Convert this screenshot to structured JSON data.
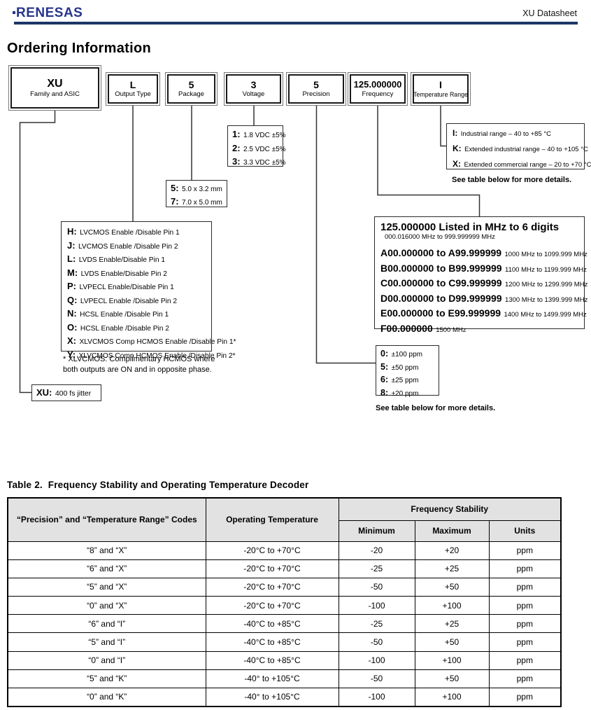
{
  "colors": {
    "brand_blue": "#27348b",
    "header_rule": "#1e3668",
    "table_header_bg": "#e2e2e2",
    "border_black": "#000000"
  },
  "header": {
    "logo_text": "RENESAS",
    "doc_title": "XU Datasheet"
  },
  "page_title": "Ordering Information",
  "diagram": {
    "code_boxes": [
      {
        "code": "XU",
        "label": "Family and ASIC"
      },
      {
        "code": "L",
        "label": "Output Type"
      },
      {
        "code": "5",
        "label": "Package"
      },
      {
        "code": "3",
        "label": "Voltage"
      },
      {
        "code": "5",
        "label": "Precision"
      },
      {
        "code": "125.000000",
        "label": "Frequency"
      },
      {
        "code": "I",
        "label": "Temperature Range"
      }
    ],
    "voltage_options": [
      {
        "code": "1:",
        "text": "1.8 VDC ±5%"
      },
      {
        "code": "2:",
        "text": "2.5 VDC ±5%"
      },
      {
        "code": "3:",
        "text": "3.3 VDC ±5%"
      }
    ],
    "package_options": [
      {
        "code": "5:",
        "text": "5.0 x 3.2 mm"
      },
      {
        "code": "7:",
        "text": "7.0 x 5.0 mm"
      }
    ],
    "output_type_options": [
      {
        "code": "H:",
        "text": "LVCMOS Enable /Disable Pin 1"
      },
      {
        "code": "J:",
        "text": "LVCMOS Enable /Disable Pin 2"
      },
      {
        "code": "L:",
        "text": "LVDS Enable/Disable Pin 1"
      },
      {
        "code": "M:",
        "text": "LVDS Enable/Disable Pin 2"
      },
      {
        "code": "P:",
        "text": "LVPECL Enable/Disable Pin 1"
      },
      {
        "code": "Q:",
        "text": "LVPECL Enable /Disable Pin 2"
      },
      {
        "code": "N:",
        "text": "HCSL Enable /Disable Pin 1"
      },
      {
        "code": "O:",
        "text": "HCSL Enable /Disable Pin 2"
      },
      {
        "code": "X:",
        "text": "XLVCMOS Comp HCMOS Enable /Disable Pin 1*"
      },
      {
        "code": "Y:",
        "text": "XLVCMOS Comp HCMOS Enable /Disable Pin 2*"
      }
    ],
    "xlvcmos_footnote": "* XLVCMOS: Complimentary HCMOS where both outputs are ON and in opposite phase.",
    "jitter": {
      "code": "XU:",
      "text": "400 fs jitter"
    },
    "temperature_options": [
      {
        "code": "I:",
        "text": "Industrial range – 40 to +85 °C"
      },
      {
        "code": "K:",
        "text": "Extended industrial range – 40 to +105 °C"
      },
      {
        "code": "X:",
        "text": "Extended commercial range – 20 to +70 °C"
      }
    ],
    "temperature_note": "See table below for more details.",
    "precision_options": [
      {
        "code": "0:",
        "text": "±100 ppm"
      },
      {
        "code": "5:",
        "text": "±50 ppm"
      },
      {
        "code": "6:",
        "text": "±25 ppm"
      },
      {
        "code": "8:",
        "text": "±20 ppm"
      }
    ],
    "precision_note": "See table below for more details.",
    "frequency": {
      "title": "125.000000 Listed in MHz to 6 digits",
      "subtitle": "000.016000 MHz to 999.999999 MHz",
      "ranges": [
        {
          "code": "A00.000000 to A99.999999",
          "text": "1000 MHz to 1099.999 MHz"
        },
        {
          "code": "B00.000000 to B99.999999",
          "text": "1100 MHz to 1199.999 MHz"
        },
        {
          "code": "C00.000000 to C99.999999",
          "text": "1200 MHz to 1299.999 MHz"
        },
        {
          "code": "D00.000000 to D99.999999",
          "text": "1300 MHz to 1399.999 MHz"
        },
        {
          "code": "E00.000000 to E99.999999",
          "text": "1400 MHz to 1499.999 MHz"
        },
        {
          "code": "F00.000000",
          "text": "1500 MHz"
        }
      ]
    }
  },
  "table": {
    "title": "Table 2.  Frequency Stability and Operating Temperature Decoder",
    "col_codes": "“Precision” and “Temperature Range” Codes",
    "col_operating_temp": "Operating Temperature",
    "col_group_freq_stability": "Frequency Stability",
    "col_min": "Minimum",
    "col_max": "Maximum",
    "col_units": "Units",
    "rows": [
      {
        "codes": "“8” and “X”",
        "temp": "-20°C to +70°C",
        "min": "-20",
        "max": "+20",
        "units": "ppm"
      },
      {
        "codes": "“6” and “X”",
        "temp": "-20°C to +70°C",
        "min": "-25",
        "max": "+25",
        "units": "ppm"
      },
      {
        "codes": "“5” and “X”",
        "temp": "-20°C to +70°C",
        "min": "-50",
        "max": "+50",
        "units": "ppm"
      },
      {
        "codes": "“0” and “X”",
        "temp": "-20°C to +70°C",
        "min": "-100",
        "max": "+100",
        "units": "ppm"
      },
      {
        "codes": "“6” and “I”",
        "temp": "-40°C to +85°C",
        "min": "-25",
        "max": "+25",
        "units": "ppm"
      },
      {
        "codes": "“5” and “I”",
        "temp": "-40°C to +85°C",
        "min": "-50",
        "max": "+50",
        "units": "ppm"
      },
      {
        "codes": "“0” and “I”",
        "temp": "-40°C to +85°C",
        "min": "-100",
        "max": "+100",
        "units": "ppm"
      },
      {
        "codes": "“5” and “K”",
        "temp": "-40° to +105°C",
        "min": "-50",
        "max": "+50",
        "units": "ppm"
      },
      {
        "codes": "“0” and “K”",
        "temp": "-40° to +105°C",
        "min": "-100",
        "max": "+100",
        "units": "ppm"
      }
    ]
  }
}
